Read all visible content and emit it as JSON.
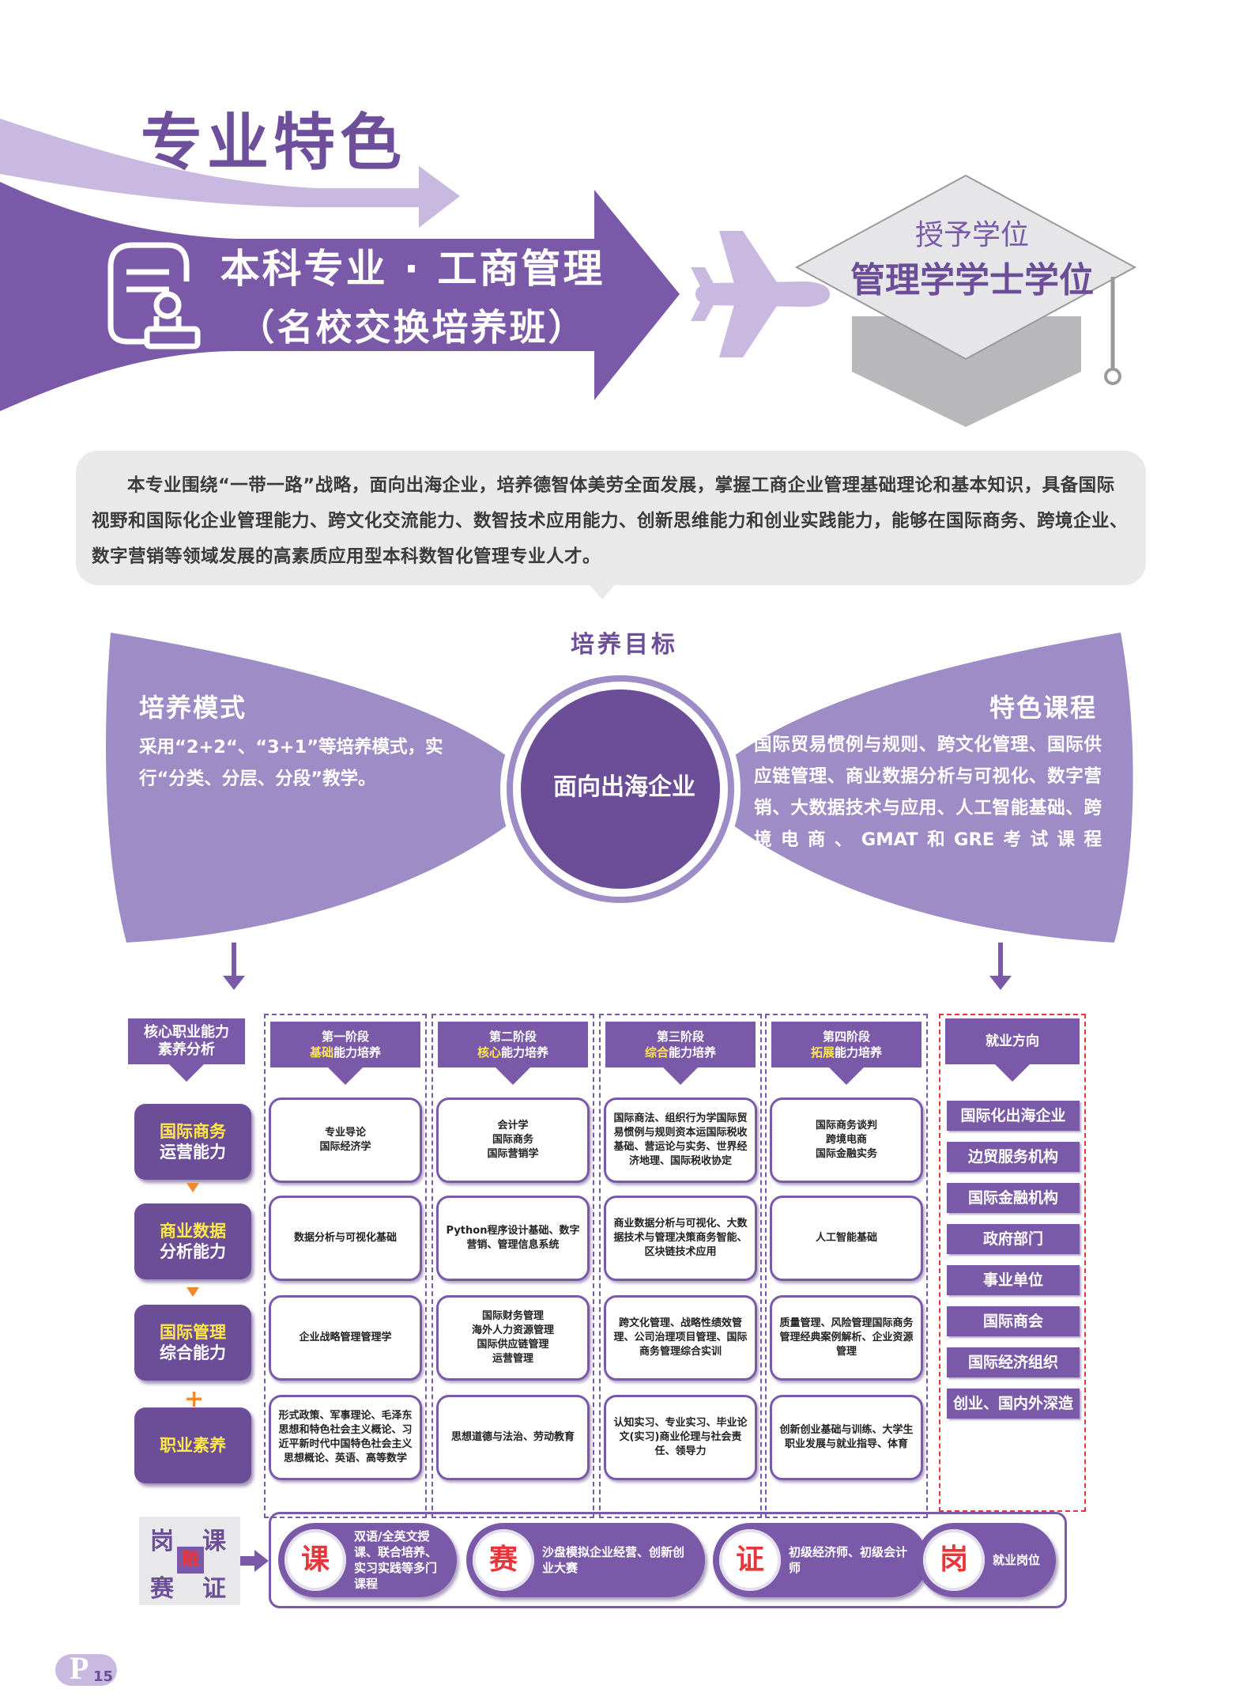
{
  "page": {
    "title": "专业特色",
    "page_letter": "P",
    "page_number": "15"
  },
  "banner": {
    "program_title": "本科专业 · 工商管理",
    "program_subtitle": "（名校交换培养班）",
    "degree_label": "授予学位",
    "degree_name": "管理学学士学位"
  },
  "intro": {
    "text": "本专业围绕“一带一路”战略，面向出海企业，培养德智体美劳全面发展，掌握工商企业管理基础理论和基本知识，具备国际视野和国际化企业管理能力、跨文化交流能力、数智技术应用能力、创新思维能力和创业实践能力，能够在国际商务、跨境企业、数字营销等领域发展的高素质应用型本科数智化管理专业人才。"
  },
  "goal": {
    "title": "培养目标",
    "text": "面向出海企业"
  },
  "mode": {
    "title": "培养模式",
    "text": "采用“2+2“、“3+1”等培养模式，实行“分类、分层、分段”教学。"
  },
  "feature_courses": {
    "title": "特色课程",
    "text": "国际贸易惯例与规则、跨文化管理、国际供应链管理、商业数据分析与可视化、数字营销、大数据技术与应用、人工智能基础、跨境电商、GMAT和GRE考试课程"
  },
  "core": {
    "head_line1": "核心职业能力",
    "head_line2": "素养分析",
    "abilities": [
      {
        "hl": "国际商务",
        "w": "运营能力"
      },
      {
        "hl": "商业数据",
        "w": "分析能力"
      },
      {
        "hl": "国际管理",
        "w": "综合能力"
      },
      {
        "hl": "",
        "w": "职业素养"
      }
    ],
    "plus": "+"
  },
  "stages": [
    {
      "name": "第一阶段",
      "hl": "基础",
      "suffix": "能力培养",
      "cells": [
        "专业导论\n国际经济学",
        "数据分析与可视化基础",
        "企业战略管理管理学",
        "形式政策、军事理论、毛泽东思想和特色社会主义概论、习近平新时代中国特色社会主义思想概论、英语、高等数学"
      ]
    },
    {
      "name": "第二阶段",
      "hl": "核心",
      "suffix": "能力培养",
      "cells": [
        "会计学\n国际商务\n国际营销学",
        "Python程序设计基础、数字营销、管理信息系统",
        "国际财务管理\n海外人力资源管理\n国际供应链管理\n运营管理",
        "思想道德与法治、劳动教育"
      ]
    },
    {
      "name": "第三阶段",
      "hl": "综合",
      "suffix": "能力培养",
      "cells": [
        "国际商法、组织行为学国际贸易惯例与规则资本运国际税收基础、营运论与实务、世界经济地理、国际税收协定",
        "商业数据分析与可视化、大数据技术与管理决策商务智能、区块链技术应用",
        "跨文化管理、战略性绩效管理、公司治理项目管理、国际商务管理综合实训",
        "认知实习、专业实习、毕业论文(实习)商业伦理与社会责任、领导力"
      ]
    },
    {
      "name": "第四阶段",
      "hl": "拓展",
      "suffix": "能力培养",
      "cells": [
        "国际商务谈判\n跨境电商\n国际金融实务",
        "人工智能基础",
        "质量管理、风险管理国际商务管理经典案例解析、企业资源管理",
        "创新创业基础与训练、大学生职业发展与就业指导、体育"
      ]
    }
  ],
  "jobs": {
    "title": "就业方向",
    "items": [
      "国际化出海企业",
      "边贸服务机构",
      "国际金融机构",
      "政府部门",
      "事业单位",
      "国际商会",
      "国际经济组织",
      "创业、国内外深造"
    ]
  },
  "fusion": {
    "top_left": "岗",
    "top_right": "课",
    "bottom_left": "赛",
    "bottom_right": "证",
    "center": "融",
    "items": [
      {
        "icon": "课",
        "text": "双语/全英文授课、联合培养、实习实践等多门课程"
      },
      {
        "icon": "赛",
        "text": "沙盘模拟企业经营、创新创业大赛"
      },
      {
        "icon": "证",
        "text": "初级经济师、初级会计师"
      },
      {
        "icon": "岗",
        "text": "就业岗位"
      }
    ]
  },
  "colors": {
    "purple_dark": "#6b4d98",
    "purple": "#7a5aa8",
    "purple_light": "#9d8cc6",
    "lavender": "#c9b8df",
    "highlight_yellow": "#ffe84a",
    "accent_red": "#e8353a",
    "accent_orange": "#f08a2c"
  }
}
